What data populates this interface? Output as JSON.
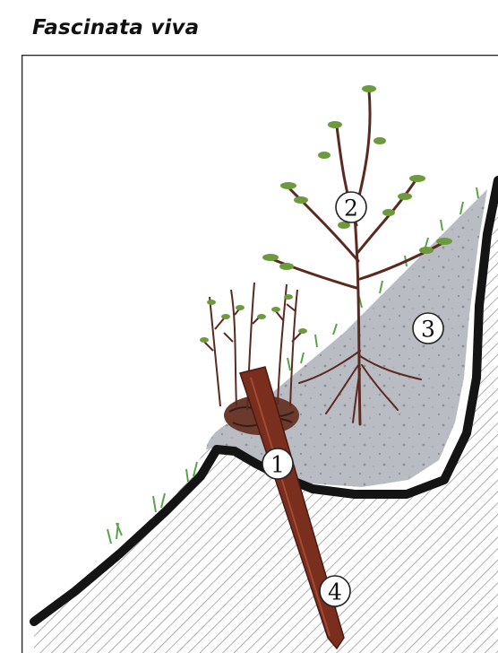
{
  "title": "Fascinata viva",
  "labels": {
    "fascine": "1",
    "shrub": "2",
    "backfill": "3",
    "stake": "4"
  },
  "colors": {
    "soil_hatch": "#8a8a8a",
    "soil_edge": "#141414",
    "backfill": "#b9bcc2",
    "grass": "#5aa34a",
    "stake": "#7a2e1e",
    "branches": "#5a2a22",
    "leaves": "#6c9a3c",
    "frame": "#222222"
  }
}
